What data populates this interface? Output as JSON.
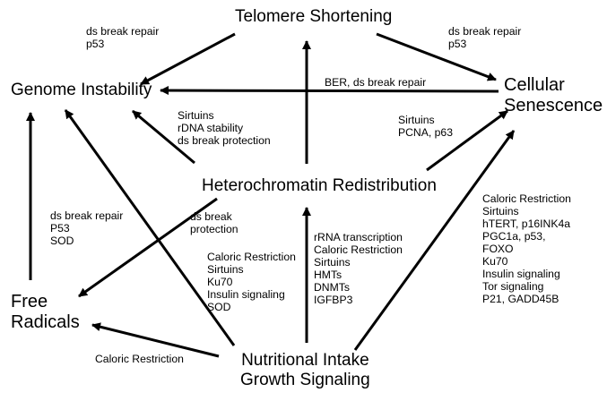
{
  "nodes": {
    "telomere_shortening": "Telomere Shortening",
    "genome_instability": "Genome Instability",
    "cellular_senescence": [
      "Cellular",
      "Senescence"
    ],
    "heterochromatin_redistribution": "Heterochromatin Redistribution",
    "free_radicals": [
      "Free",
      "Radicals"
    ],
    "nutritional_intake": [
      "Nutritional Intake",
      "Growth Signaling"
    ]
  },
  "labels": {
    "telomere_to_genome": [
      "ds break repair",
      "p53"
    ],
    "telomere_to_senescence": [
      "ds break repair",
      "p53"
    ],
    "senescence_to_genome": [
      "BER, ds break repair"
    ],
    "hetero_to_genome": [
      "Sirtuins",
      "rDNA stability",
      "ds break protection"
    ],
    "hetero_to_senescence": [
      "Sirtuins",
      "PCNA, p63"
    ],
    "hetero_to_free_radicals": [
      "ds break",
      "protection"
    ],
    "free_radicals_to_genome": [
      "ds break repair",
      "P53",
      "SOD"
    ],
    "nutrition_to_genome": [
      "Caloric Restriction",
      "Sirtuins",
      "Ku70",
      "Insulin signaling",
      "SOD"
    ],
    "nutrition_to_hetero": [
      "rRNA transcription",
      "Caloric Restriction",
      "Sirtuins",
      "HMTs",
      "DNMTs",
      "IGFBP3"
    ],
    "nutrition_to_senescence": [
      "Caloric Restriction",
      "Sirtuins",
      "hTERT, p16INK4a",
      "PGC1a, p53,",
      "FOXO",
      "Ku70",
      "Insulin signaling",
      "Tor signaling",
      "P21, GADD45B"
    ],
    "nutrition_to_free_radicals": [
      "Caloric Restriction"
    ]
  }
}
